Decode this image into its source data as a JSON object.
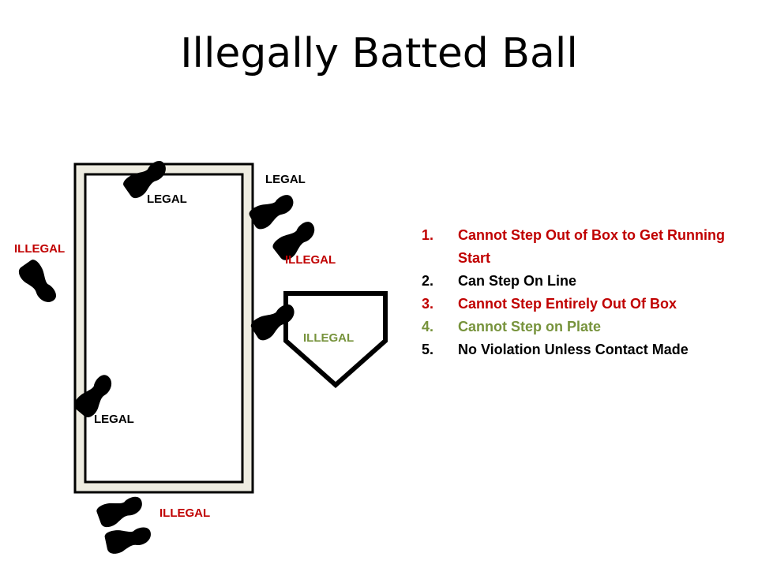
{
  "title": "Illegally Batted Ball",
  "colors": {
    "legal": "#000000",
    "illegal": "#c00000",
    "plate_label": "#77933c",
    "box_fill": "#eeece1",
    "box_stroke": "#000000",
    "footprint": "#000000"
  },
  "labels": {
    "top_inside": "LEGAL",
    "top_right": "LEGAL",
    "left_outside": "ILLEGAL",
    "right_box": "ILLEGAL",
    "plate": "ILLEGAL",
    "bottom_left_line": "LEGAL",
    "bottom_outside": "ILLEGAL"
  },
  "rules": [
    {
      "num": "1.",
      "text": "Cannot Step Out of Box to Get Running Start",
      "color": "#c00000"
    },
    {
      "num": "2.",
      "text": "Can Step On Line",
      "color": "#000000"
    },
    {
      "num": "3.",
      "text": "Cannot Step Entirely Out Of Box",
      "color": "#c00000"
    },
    {
      "num": "4.",
      "text": "Cannot Step on Plate",
      "color": "#77933c"
    },
    {
      "num": "5.",
      "text": "No Violation Unless Contact Made",
      "color": "#000000"
    }
  ]
}
